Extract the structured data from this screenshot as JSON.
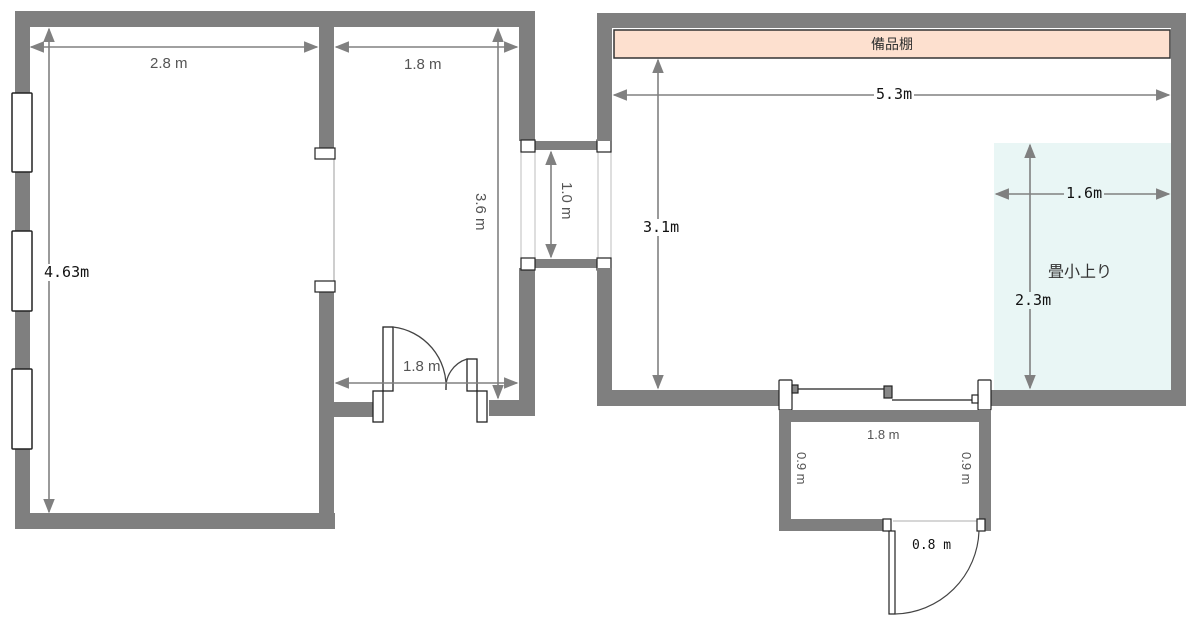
{
  "plan": {
    "colors": {
      "wall": "#7f7f7f",
      "wall_edge": "#a8a8a8",
      "dimension_line": "#808080",
      "shelf_fill": "#fde0cf",
      "tatami_fill": "#e9f6f5",
      "fixture_stroke": "#222222"
    },
    "rooms": {
      "left_room": {
        "width_label": "2.8 m",
        "height_label": "4.63m"
      },
      "middle_room": {
        "width_label": "1.8 m",
        "height_label": "3.6 m",
        "entrance_width_label": "1.8 m"
      },
      "corridor": {
        "length_label": "1.0 m"
      },
      "right_room": {
        "shelf_label": "備品棚",
        "width_label": "5.3m",
        "height_label": "3.1m"
      },
      "tatami_area": {
        "name": "畳小上り",
        "width_label": "1.6m",
        "height_label": "2.3m"
      },
      "vestibule": {
        "width_label": "1.8 m",
        "left_depth_label": "0.9 m",
        "right_depth_label": "0.9 m",
        "door_width_label": "0.8 m"
      }
    }
  }
}
